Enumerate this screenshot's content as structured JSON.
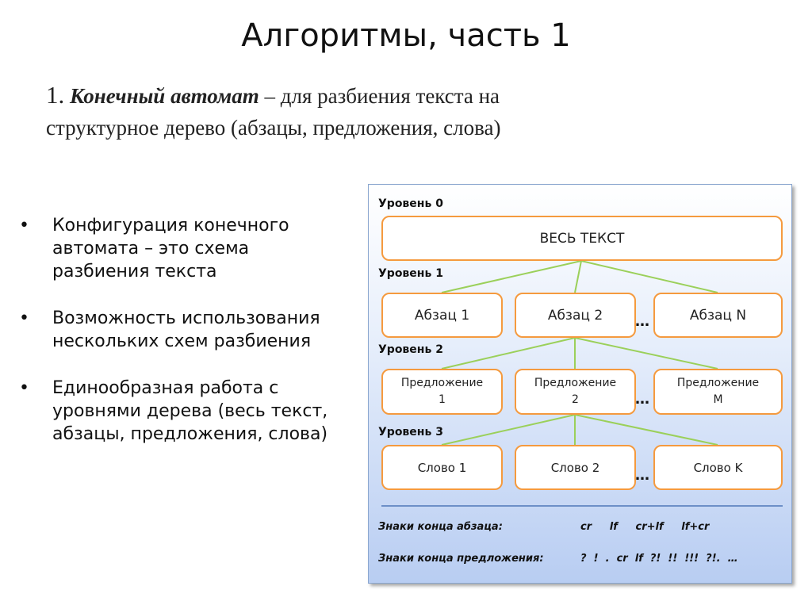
{
  "slide": {
    "title": "Алгоритмы, часть 1",
    "intro": {
      "number": "1.",
      "term": "Конечный автомат",
      "rest_line1": " – для разбиения текста на",
      "line2": "структурное дерево (абзацы, предложения, слова)"
    },
    "bullets": [
      {
        "marker": "•",
        "text": "Конфигурация конечного автомата – это схема разбиения текста"
      },
      {
        "marker": "•",
        "text": "Возможность использования нескольких схем разбиения"
      },
      {
        "marker": "•",
        "text": "Единообразная работа с уровнями дерева (весь текст, абзацы, предложения, слова)"
      }
    ]
  },
  "diagram": {
    "levels": [
      "Уровень  0",
      "Уровень  1",
      "Уровень  2",
      "Уровень  3"
    ],
    "root": "ВЕСЬ ТЕКСТ",
    "paragraphs": [
      "Абзац 1",
      "Абзац 2",
      "Абзац N"
    ],
    "sentences": [
      {
        "line1": "Предложение",
        "line2": "1"
      },
      {
        "line1": "Предложение",
        "line2": "2"
      },
      {
        "line1": "Предложение",
        "line2": "M"
      }
    ],
    "words": [
      "Слово 1",
      "Слово 2",
      "Слово K"
    ],
    "ellipsis": "…",
    "paragraph_ends_label": "Знаки конца абзаца:",
    "paragraph_ends_values": "cr     lf     cr+lf     lf+cr",
    "sentence_ends_label": "Знаки конца предложения:",
    "sentence_ends_values": "?  !  .  cr  lf  ?!  !!  !!!  ?!.  …",
    "colors": {
      "node_border": "#f59a3e",
      "connector": "#9bd05a",
      "panel_top": "#ffffff",
      "panel_bottom": "#b8cdf2",
      "separator": "#6d8fc7"
    }
  }
}
